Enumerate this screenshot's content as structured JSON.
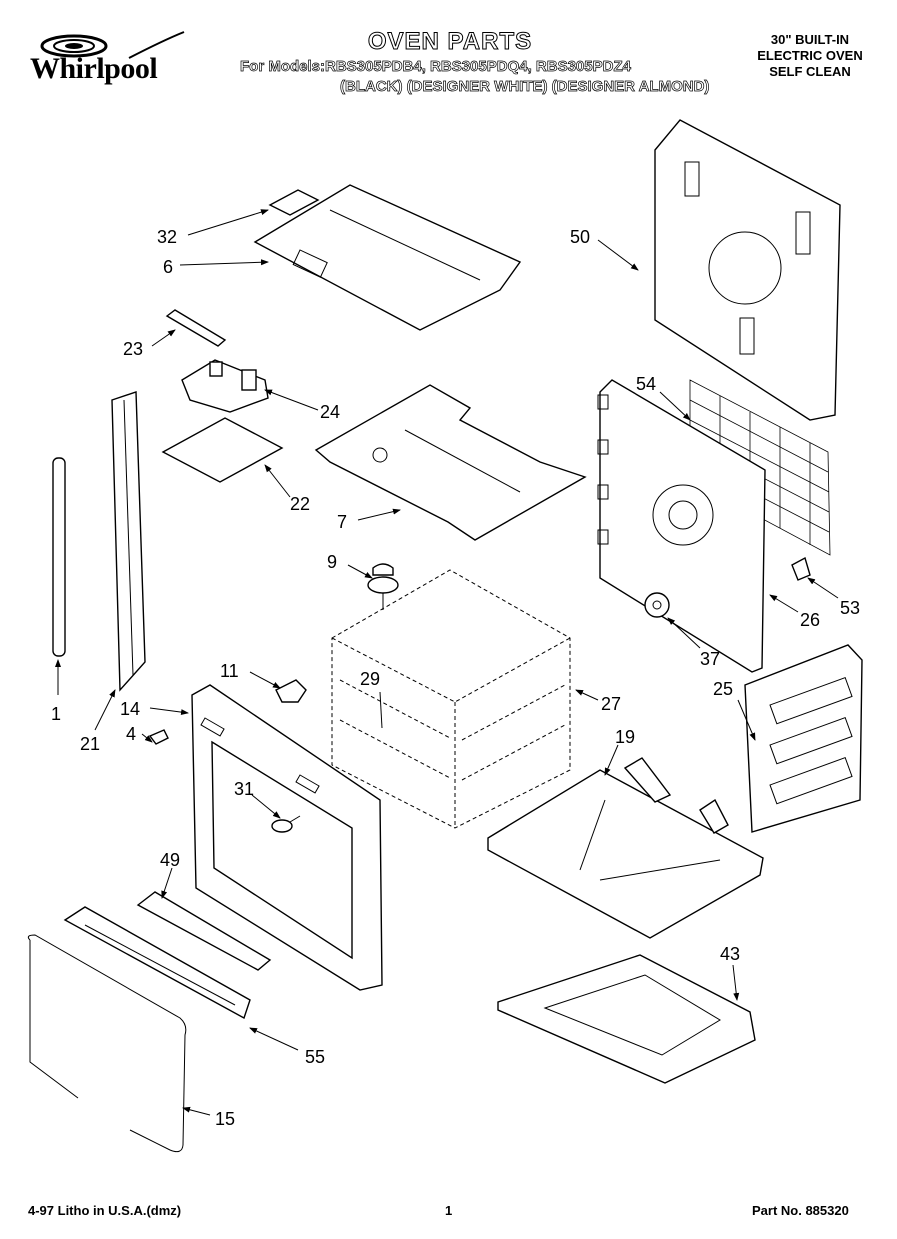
{
  "header": {
    "brand": "Whirlpool",
    "title": "OVEN PARTS",
    "models_line": "For Models:RBS305PDB4, RBS305PDQ4, RBS305PDZ4",
    "colors_line": "(BLACK) (DESIGNER WHITE) (DESIGNER ALMOND)",
    "desc_line1": "30\" BUILT-IN",
    "desc_line2": "ELECTRIC OVEN",
    "desc_line3": "SELF CLEAN"
  },
  "callouts": {
    "p32": "32",
    "p6": "6",
    "p23": "23",
    "p24": "24",
    "p22": "22",
    "p7": "7",
    "p50": "50",
    "p54": "54",
    "p53": "53",
    "p26": "26",
    "p37": "37",
    "p9": "9",
    "p11": "11",
    "p29": "29",
    "p27": "27",
    "p1": "1",
    "p21": "21",
    "p14": "14",
    "p4": "4",
    "p31": "31",
    "p25": "25",
    "p19": "19",
    "p49": "49",
    "p43": "43",
    "p55": "55",
    "p15": "15"
  },
  "footer": {
    "left": "4-97 Litho in U.S.A.(dmz)",
    "page": "1",
    "part_no": "Part No. 885320"
  }
}
